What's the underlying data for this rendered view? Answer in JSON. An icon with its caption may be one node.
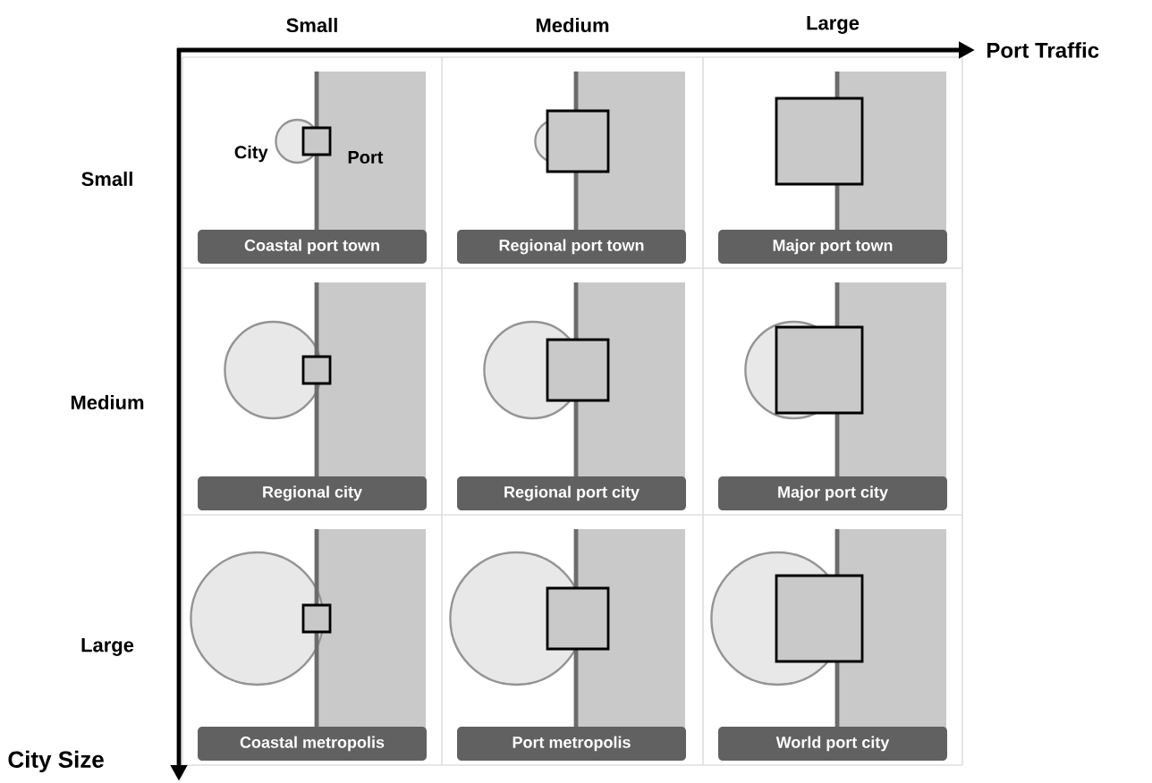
{
  "diagram": {
    "nodes": [
      {
        "text": [
          "Coastal port town"
        ]
      },
      {
        "text": [
          "Regional port town"
        ]
      },
      {
        "text": [
          "Major port town"
        ]
      },
      {
        "text": [
          "Regional city"
        ]
      },
      {
        "text": [
          "Regional port city"
        ]
      },
      {
        "text": [
          "Major port city"
        ]
      },
      {
        "text": [
          "Coastal metropolis"
        ]
      },
      {
        "text": [
          "Port metropolis"
        ]
      },
      {
        "text": [
          "World port city"
        ]
      }
    ],
    "labels": [
      "Small",
      "Medium",
      "Large",
      "Port Traffic",
      "Small",
      "City",
      "Port",
      "Medium",
      "Large",
      "City Size"
    ]
  }
}
